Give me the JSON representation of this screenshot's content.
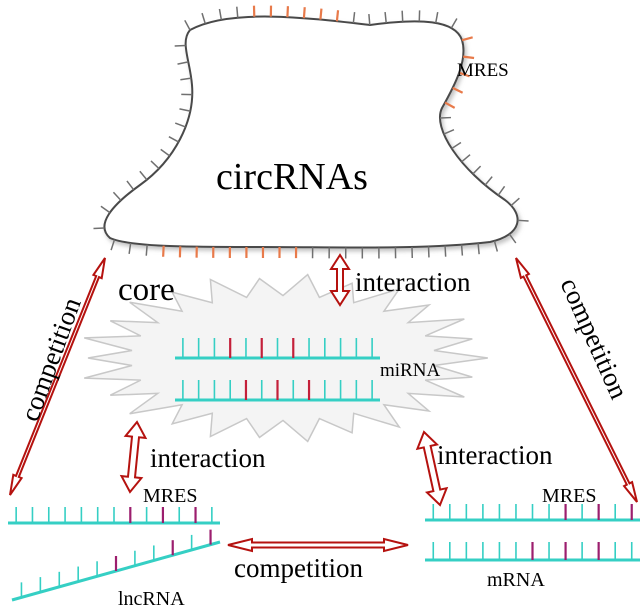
{
  "labels": {
    "mres_top": "MRES",
    "circrnas": "circRNAs",
    "core": "core",
    "interaction_top": "interaction",
    "mirna": "miRNA",
    "competition_left": "competition",
    "competition_right": "competition",
    "interaction_left": "interaction",
    "interaction_right": "interaction",
    "mres_left": "MRES",
    "mres_right": "MRES",
    "competition_bottom": "competition",
    "lncrna": "lncRNA",
    "mrna": "mRNA"
  },
  "colors": {
    "arrow": "#b5120f",
    "strand": "#35cfc4",
    "mres_mark": "#9c1e6e",
    "mirna_mark": "#c4203a",
    "circ_mres": "#e87a4a",
    "circ_tick": "#707070",
    "burst_fill": "#f4f4f4",
    "burst_stroke": "#c8c8c8"
  }
}
